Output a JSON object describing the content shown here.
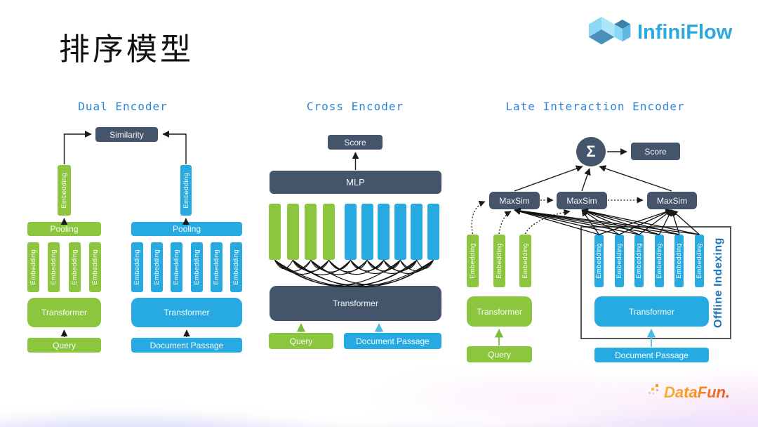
{
  "slide": {
    "title": "排序模型",
    "brand_name": "InfiniFlow",
    "footer_brand": "DataFun."
  },
  "colors": {
    "green": "#8CC63F",
    "blue": "#27AAE1",
    "dark": "#44546A",
    "sectionTitle": "#2E86D9",
    "offline": "#1B75BC",
    "brand": "#29A9E0"
  },
  "labels": {
    "embedding": "Embedding",
    "transformer": "Transformer",
    "query": "Query",
    "document": "Document Passage",
    "score": "Score",
    "pooling": "Pooling",
    "similarity": "Similarity",
    "mlp": "MLP",
    "maxsim": "MaxSim",
    "sigma": "Σ",
    "offline_indexing": "Offline Indexing"
  },
  "sections": {
    "dual": {
      "title": "Dual Encoder",
      "query_embedding_count": 4,
      "doc_embedding_count": 6
    },
    "cross": {
      "title": "Cross Encoder",
      "query_token_count": 4,
      "doc_token_count": 6
    },
    "late": {
      "title": "Late Interaction Encoder",
      "maxsim_count": 3,
      "query_embedding_count": 3,
      "doc_embedding_count": 6
    }
  }
}
